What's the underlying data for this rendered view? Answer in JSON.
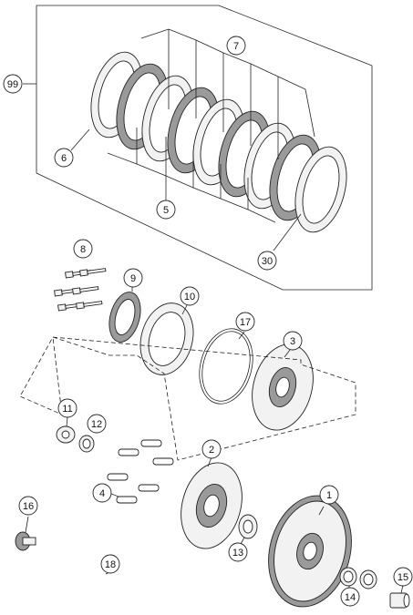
{
  "diagram": {
    "callouts": [
      {
        "id": "c99",
        "label": "99"
      },
      {
        "id": "c7",
        "label": "7"
      },
      {
        "id": "c6",
        "label": "6"
      },
      {
        "id": "c5",
        "label": "5"
      },
      {
        "id": "c30",
        "label": "30"
      },
      {
        "id": "c8",
        "label": "8"
      },
      {
        "id": "c9",
        "label": "9"
      },
      {
        "id": "c10",
        "label": "10"
      },
      {
        "id": "c17",
        "label": "17"
      },
      {
        "id": "c3",
        "label": "3"
      },
      {
        "id": "c11",
        "label": "11"
      },
      {
        "id": "c12",
        "label": "12"
      },
      {
        "id": "c2",
        "label": "2"
      },
      {
        "id": "c4",
        "label": "4"
      },
      {
        "id": "c1",
        "label": "1"
      },
      {
        "id": "c16",
        "label": "16"
      },
      {
        "id": "c13",
        "label": "13"
      },
      {
        "id": "c18",
        "label": "18"
      },
      {
        "id": "c14",
        "label": "14"
      },
      {
        "id": "c15",
        "label": "15"
      }
    ]
  }
}
